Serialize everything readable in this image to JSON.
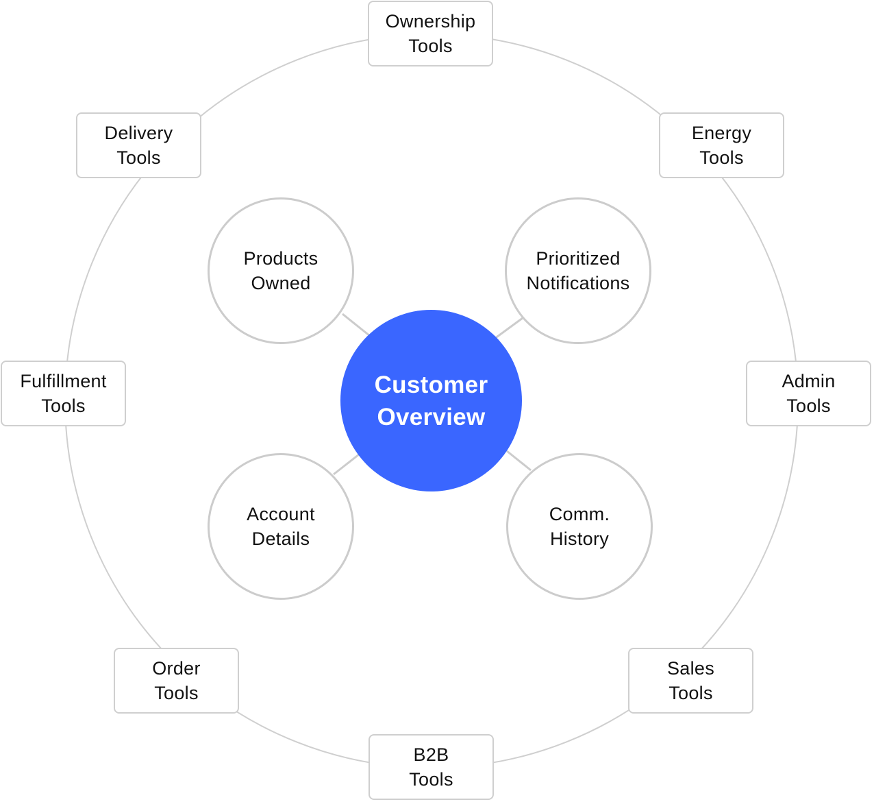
{
  "center": {
    "line1": "Customer",
    "line2": "Overview",
    "color": "#3a66ff"
  },
  "inner": [
    {
      "line1": "Products",
      "line2": "Owned"
    },
    {
      "line1": "Prioritized",
      "line2": "Notifications"
    },
    {
      "line1": "Account",
      "line2": "Details"
    },
    {
      "line1": "Comm.",
      "line2": "History"
    }
  ],
  "tools": [
    {
      "line1": "Ownership",
      "line2": "Tools"
    },
    {
      "line1": "Energy",
      "line2": "Tools"
    },
    {
      "line1": "Admin",
      "line2": "Tools"
    },
    {
      "line1": "Sales",
      "line2": "Tools"
    },
    {
      "line1": "B2B",
      "line2": "Tools"
    },
    {
      "line1": "Order",
      "line2": "Tools"
    },
    {
      "line1": "Fulfillment",
      "line2": "Tools"
    },
    {
      "line1": "Delivery",
      "line2": "Tools"
    }
  ]
}
